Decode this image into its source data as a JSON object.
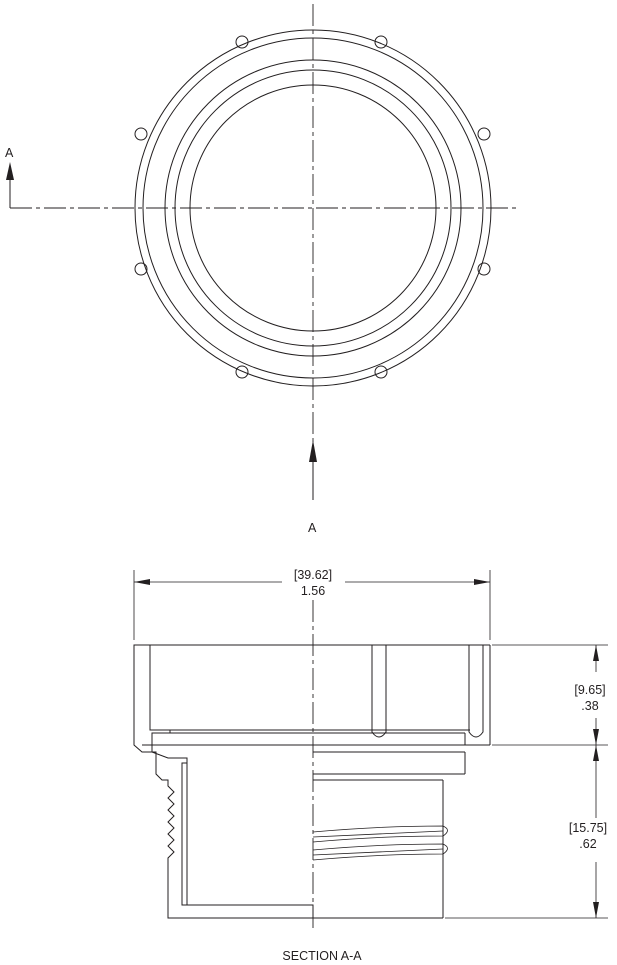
{
  "top_view": {
    "section_marker_left": "A",
    "section_marker_bottom": "A"
  },
  "section_view": {
    "title": "SECTION A-A",
    "overall_diameter": {
      "metric": "[39.62]",
      "imperial": "1.56"
    },
    "cap_height": {
      "metric": "[9.65]",
      "imperial": ".38"
    },
    "neck_height": {
      "metric": "[15.75]",
      "imperial": ".62"
    }
  }
}
